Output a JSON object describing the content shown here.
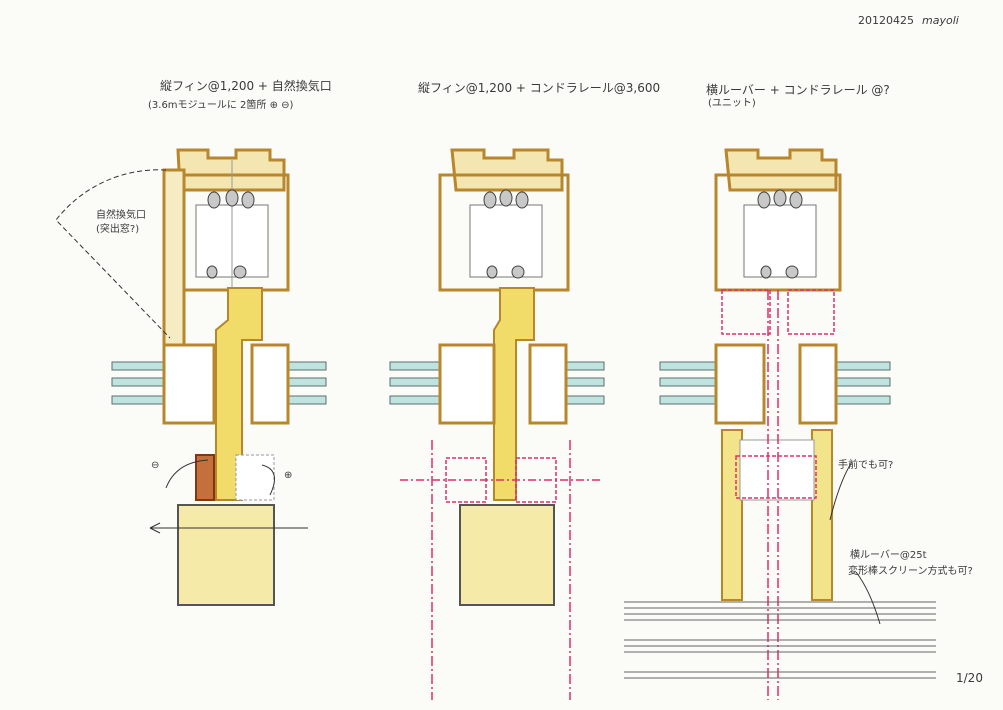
{
  "sheet": {
    "date_stamp": "20120425",
    "author": "mayoli",
    "scale": "1/20"
  },
  "details": [
    {
      "title_line1": "縦フィン@1,200 + 自然換気口",
      "title_line2": "(3.6mモジュールに 2箇所 ⊕ ⊖)",
      "notes": {
        "vent_label": "自然換気口",
        "vent_sub": "(突出窓?)",
        "minus": "⊖",
        "plus": "⊕"
      }
    },
    {
      "title_line1": "縦フィン@1,200 + コンドラレール@3,600",
      "title_line2": ""
    },
    {
      "title_line1": "横ルーバー + コンドラレール @?",
      "title_line2": "(ユニット)",
      "notes": {
        "hand_note": "手前でも可?",
        "louver_line1": "横ルーバー@25t",
        "louver_line2": "変形棒スクリーン方式も可?"
      }
    }
  ],
  "colors": {
    "frame": "#b8862b",
    "frame_fill": "#f1dc92",
    "glass": "#bfe3df",
    "red": "#e0306a",
    "ink": "#444444"
  }
}
